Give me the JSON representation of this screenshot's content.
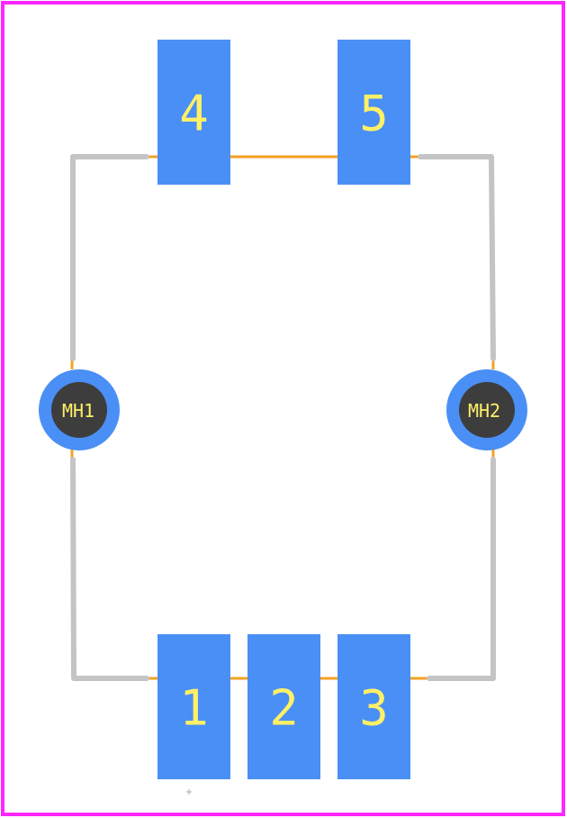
{
  "colors": {
    "border": "#ff26ff",
    "pad": "#4a8ff5",
    "pad_text": "#fff066",
    "courtyard": "#c4c4c4",
    "assembly": "#f5a123",
    "hole_ring": "#4a8ff5",
    "hole_drill": "#3d3d3d",
    "background": "#ffffff",
    "origin_marker": "#a8a8a8"
  },
  "pads": [
    {
      "id": "pad-4",
      "label": "4"
    },
    {
      "id": "pad-5",
      "label": "5"
    },
    {
      "id": "pad-1",
      "label": "1"
    },
    {
      "id": "pad-2",
      "label": "2"
    },
    {
      "id": "pad-3",
      "label": "3"
    }
  ],
  "holes": [
    {
      "id": "mh1",
      "label": "MH1"
    },
    {
      "id": "mh2",
      "label": "MH2"
    }
  ]
}
